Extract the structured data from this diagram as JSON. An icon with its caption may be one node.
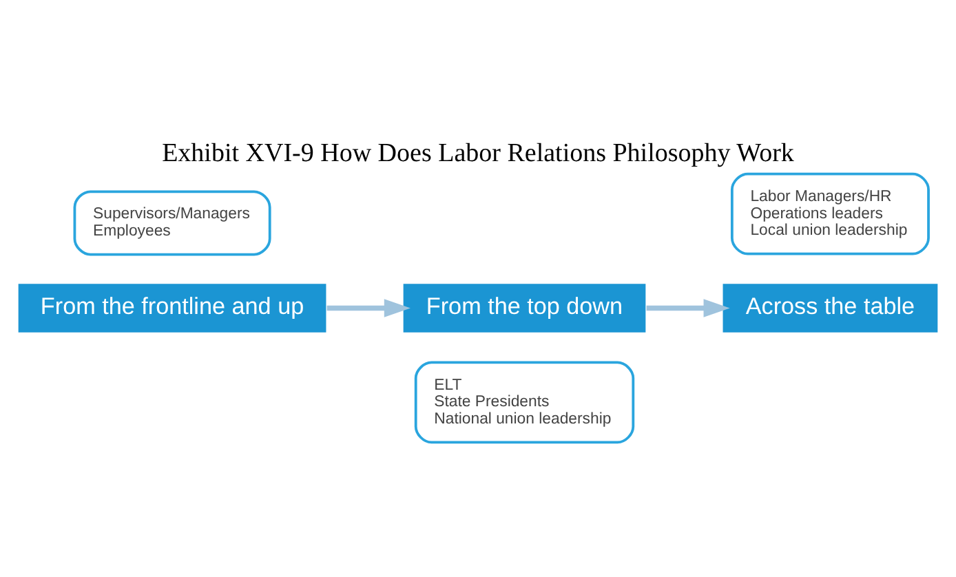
{
  "diagram": {
    "title": "Exhibit XVI-9 How Does Labor Relations Philosophy Work",
    "nodes": [
      {
        "text": [
          "From the frontline and up"
        ]
      },
      {
        "text": [
          "Supervisors/Managers",
          "Employees"
        ]
      },
      {
        "text": [
          "From the top down"
        ]
      },
      {
        "text": [
          "ELT",
          "State Presidents",
          "National union leadership"
        ]
      },
      {
        "text": [
          "Across the table"
        ]
      },
      {
        "text": [
          "Labor Managers/HR",
          "Operations leaders",
          "Local union leadership"
        ]
      }
    ],
    "edges": [
      {
        "from": 0,
        "to": 2,
        "arrow": "to"
      },
      {
        "from": 2,
        "to": 4,
        "arrow": "to"
      }
    ]
  }
}
